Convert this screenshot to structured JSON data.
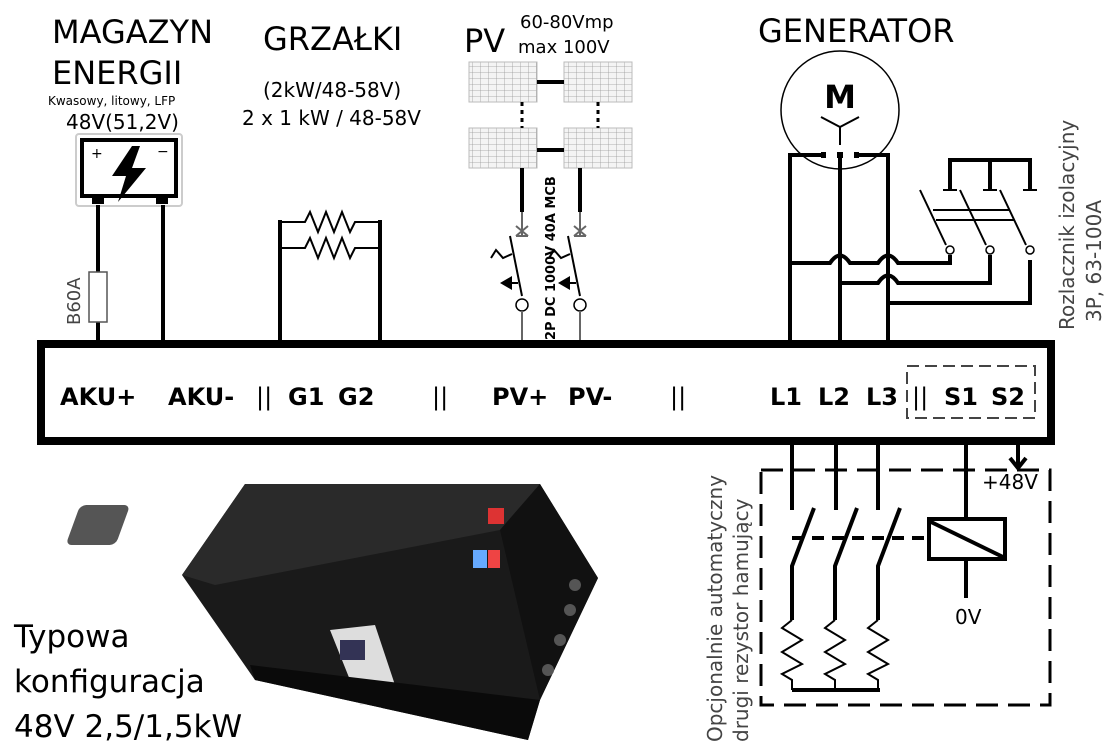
{
  "battery": {
    "title1": "MAGAZYN",
    "title2": "ENERGII",
    "types": "Kwasowy, litowy, LFP",
    "voltage": "48V(51,2V)",
    "fuse": "B60A",
    "plus": "+",
    "minus": "−"
  },
  "heaters": {
    "title": "GRZAŁKI",
    "spec1": "(2kW/48-58V)",
    "spec2": "2 x 1 kW / 48-58V"
  },
  "pv": {
    "title": "PV",
    "spec1": "60-80Vmp",
    "spec2": "max 100V",
    "breaker": "2P DC 1000V 40A MCB"
  },
  "generator": {
    "title": "GENERATOR",
    "motor": "M",
    "disconnector1": "Rozlacznik izolacyjny",
    "disconnector2": "3P, 63-100A"
  },
  "terminals": [
    "AKU+",
    "AKU-",
    "||",
    "G1",
    "G2",
    "||",
    "PV+",
    "PV-",
    "||",
    "L1",
    "L2",
    "L3",
    "||",
    "S1",
    "S2"
  ],
  "brake": {
    "label1": "Opcjonalnie automatyczny",
    "label2": "drugi rezystor hamujący",
    "plus": "+48V",
    "zero": "0V"
  },
  "caption": {
    "line1": "Typowa",
    "line2": "konfiguracja",
    "line3": "48V 2,5/1,5kW"
  }
}
